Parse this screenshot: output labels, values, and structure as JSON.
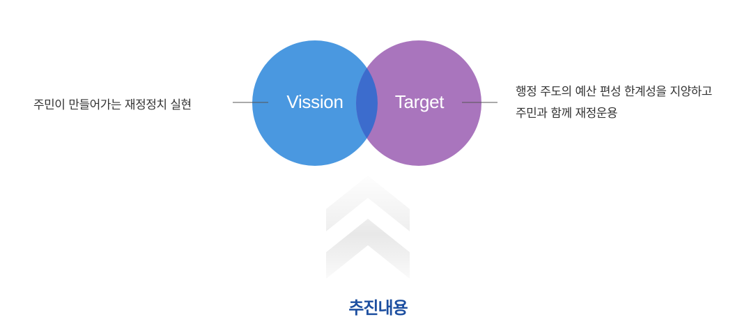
{
  "colors": {
    "vision_circle": "#4a98e0",
    "target_circle": "#a975bd",
    "overlap": "#3c6ccd",
    "connector_line": "#555555",
    "title_blue": "#1d4fa0",
    "chevron": "#f1f1f1"
  },
  "left_description": "주민이 만들어가는 재정정치 실현",
  "vision_label": "Vission",
  "target_label": "Target",
  "right_description": {
    "line1": "행정 주도의 예산 편성 한계성을 지양하고",
    "line2": "주민과 함께 재정운용"
  },
  "chevron_icon": "double-chevron-up-icon",
  "bottom_title": "추진내용"
}
